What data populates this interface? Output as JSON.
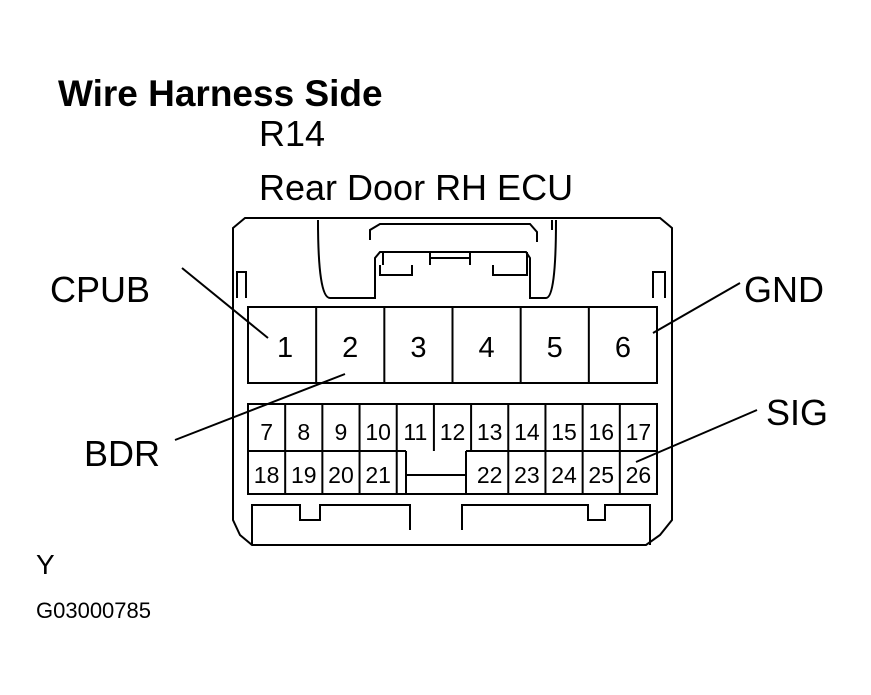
{
  "header": {
    "title": "Wire Harness Side",
    "connector_code": "R14",
    "connector_name": "Rear Door RH ECU"
  },
  "connector": {
    "upper_row": [
      "1",
      "2",
      "3",
      "4",
      "5",
      "6"
    ],
    "lower_row_top": [
      "7",
      "8",
      "9",
      "10",
      "11",
      "12",
      "13",
      "14",
      "15",
      "16",
      "17"
    ],
    "lower_row_bottom_left": [
      "18",
      "19",
      "20",
      "21"
    ],
    "lower_row_bottom_right": [
      "22",
      "23",
      "24",
      "25",
      "26"
    ]
  },
  "callouts": {
    "cpub": "CPUB",
    "gnd": "GND",
    "bdr": "BDR",
    "sig": "SIG"
  },
  "footer": {
    "wire_color": "Y",
    "figure_code": "G03000785"
  }
}
